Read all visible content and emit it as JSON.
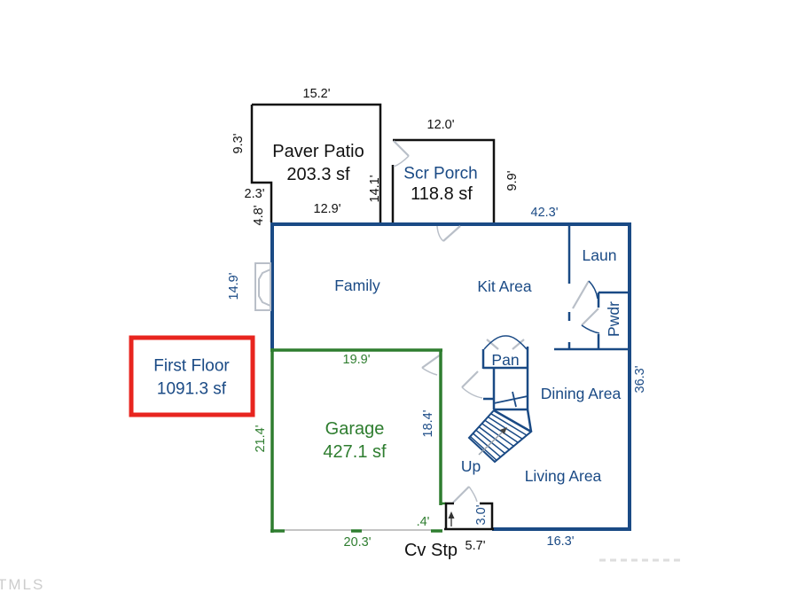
{
  "colors": {
    "wall_blue": "#1a4a85",
    "garage_green": "#2e7d2f",
    "accent_red": "#e8251f",
    "door_gray": "#b9bfc8",
    "text_black": "#111111",
    "watermark_gray": "#cdcdcd"
  },
  "watermark": {
    "corner_text": "TMLS"
  },
  "summary_box": {
    "title": "First Floor",
    "area": "1091.3 sf"
  },
  "paver_patio": {
    "name": "Paver Patio",
    "area": "203.3 sf",
    "dim_top": "15.2'",
    "dim_left": "9.3'",
    "dim_notch_w": "2.3'",
    "dim_notch_h": "4.8'",
    "dim_bottom": "12.9'",
    "dim_right": "14.1'"
  },
  "scr_porch": {
    "name": "Scr Porch",
    "area": "118.8 sf",
    "dim_top": "12.0'",
    "dim_right": "9.9'"
  },
  "house": {
    "dim_top": "42.3'",
    "dim_right": "36.3'",
    "dim_left": "14.9'",
    "dim_bottom_right": "16.3'",
    "dim_stair_wall": "18.4'",
    "rooms": {
      "family": "Family",
      "kitchen": "Kit Area",
      "laundry": "Laun",
      "powder": "Pwdr",
      "pantry": "Pan",
      "dining": "Dining Area",
      "living": "Living Area"
    },
    "stairs": {
      "up": "Up"
    },
    "stoop": {
      "label": "Cv Stp",
      "dim_w": "5.7'",
      "dim_h": "3.0'"
    }
  },
  "garage": {
    "name": "Garage",
    "area": "427.1 sf",
    "dim_top": "19.9'",
    "dim_left": "21.4'",
    "dim_bottom": "20.3'",
    "dim_stub": ".4'"
  }
}
